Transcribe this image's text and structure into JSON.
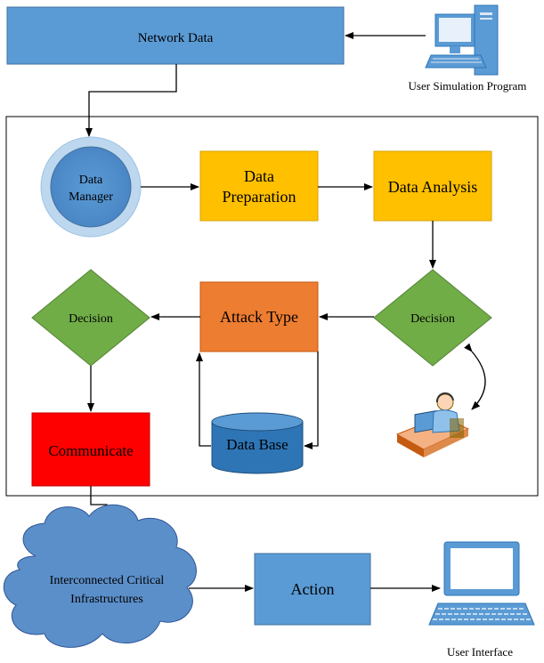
{
  "nodes": {
    "network_data": "Network Data",
    "user_simulation": "User Simulation Program",
    "data_manager": [
      "Data",
      "Manager"
    ],
    "data_preparation": [
      "Data",
      "Preparation"
    ],
    "data_analysis": "Data Analysis",
    "decision_right": "Decision",
    "attack_type": "Attack Type",
    "decision_left": "Decision",
    "data_base": "Data Base",
    "communicate": "Communicate",
    "interconnected": [
      "Interconnected Critical",
      "Infrastructures"
    ],
    "action": "Action",
    "user_interface": "User Interface"
  },
  "colors": {
    "blue_box": "#5b9bd5",
    "blue_border": "#41719c",
    "orange_yellow": "#ffc000",
    "green": "#70ad47",
    "orange": "#ed7d31",
    "red": "#ff0000",
    "cloud": "#4f81bd",
    "db": "#2e75b6"
  },
  "icons": {
    "top_right": "desktop-computer-icon",
    "bottom_right": "monitor-keyboard-icon",
    "operator": "operator-at-desk-icon"
  }
}
